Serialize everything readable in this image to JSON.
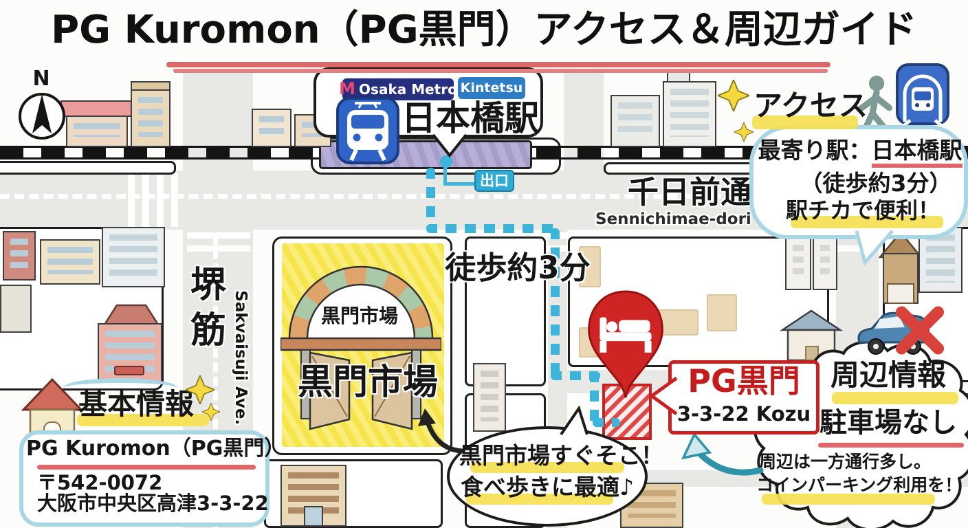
{
  "title": {
    "text": "PG Kuromon（PG黒門）アクセス＆周辺ガイド"
  },
  "compass": {
    "label": "N"
  },
  "railway_station": {
    "operator1_logo": "M",
    "operator1": "Osaka Metro",
    "operator2": "Kintetsu",
    "name": "日本橋駅",
    "exit_label": "出口"
  },
  "streets": {
    "sennichimae_jp": "千日前通",
    "sennichimae_en": "Sennichimae-dori Ave.",
    "sakaisuji_char1": "堺",
    "sakaisuji_char2": "筋",
    "sakaisuji_en": "Sakvaisuji Ave."
  },
  "route": {
    "walk_time": "徒歩約3分"
  },
  "market": {
    "arch_sign": "黒門市場",
    "map_label": "黒門市場"
  },
  "destination": {
    "pin_name": "PG黒門",
    "address_line": "3-3-22 Kozu"
  },
  "access_bubble": {
    "header": "アクセス",
    "nearest_prefix": "最寄り駅：",
    "nearest_station": "日本橋駅",
    "walk_note": "（徒歩約3分）",
    "benefit": "駅チカで便利！"
  },
  "area_bubble": {
    "header": "周辺情報",
    "parking": "駐車場なし",
    "note1": "周辺は一方通行多し。",
    "note2": "コインパーキング利用を！"
  },
  "basic_bubble": {
    "header": "基本情報",
    "name": "PG Kuromon（PG黒門）",
    "postal": "〒542-0072",
    "address": "大阪市中央区高津3-3-22"
  },
  "market_bubble": {
    "line1": "黒門市場すぐそこ！",
    "line2": "食べ歩きに最適♪"
  },
  "colors": {
    "route_cyan": "#3db4da",
    "pin_red": "#ce2424",
    "highlight_yellow": "#f6df52",
    "underline_red": "#e2656b",
    "bubble_border_blue": "#a9d6e4",
    "market_yellow": "#f6e44f",
    "metro_navy": "#252f7e",
    "kintetsu_blue": "#2e7cc4"
  }
}
